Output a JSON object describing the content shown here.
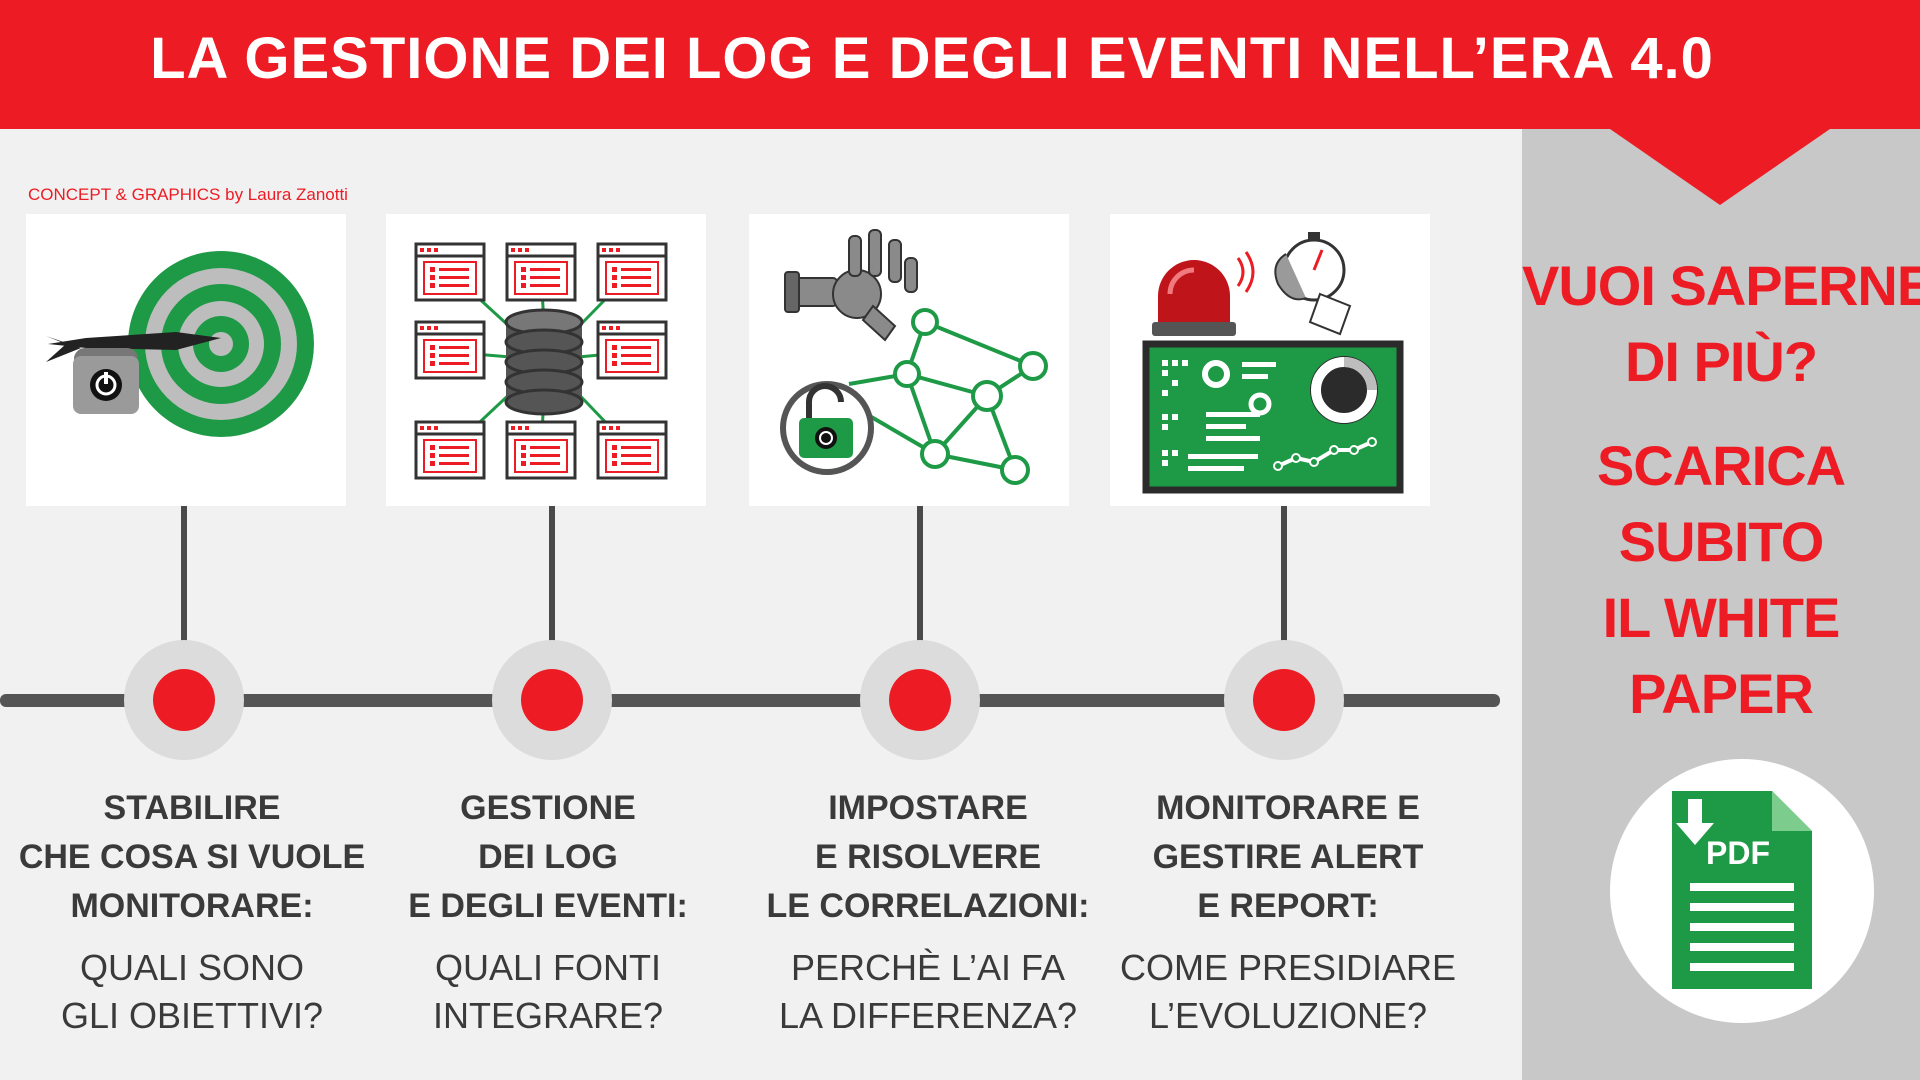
{
  "header": {
    "title": "LA GESTIONE DEI LOG E DEGLI EVENTI NELL’ERA 4.0"
  },
  "credit": "CONCEPT & GRAPHICS by Laura Zanotti",
  "cta": {
    "lines1": [
      "VUOI SAPERNE",
      "DI PIÙ?"
    ],
    "lines2": [
      "SCARICA",
      "SUBITO",
      "IL WHITE",
      "PAPER"
    ],
    "pdf_label": "PDF"
  },
  "steps": [
    {
      "title": [
        "STABILIRE",
        "CHE COSA SI VUOLE",
        "MONITORARE:"
      ],
      "question": [
        "QUALI SONO",
        "GLI OBIETTIVI?"
      ]
    },
    {
      "title": [
        "GESTIONE",
        "DEI LOG",
        "E DEGLI EVENTI:"
      ],
      "question": [
        "QUALI FONTI",
        "INTEGRARE?"
      ]
    },
    {
      "title": [
        "IMPOSTARE",
        "E RISOLVERE",
        "LE CORRELAZIONI:"
      ],
      "question": [
        "PERCHÈ L’AI FA",
        "LA DIFFERENZA?"
      ]
    },
    {
      "title": [
        "MONITORARE E",
        "GESTIRE ALERT",
        "E REPORT:"
      ],
      "question": [
        "COME PRESIDIARE",
        "L’EVOLUZIONE?"
      ]
    }
  ],
  "colors": {
    "accent": "#ed1c24",
    "green": "#1e9a46",
    "dark": "#3a3a3a",
    "panel": "#c8c8c8"
  },
  "icons": [
    "target-lock-icon",
    "database-logs-icon",
    "robot-network-icon",
    "alarm-dashboard-icon",
    "pdf-document-icon"
  ]
}
